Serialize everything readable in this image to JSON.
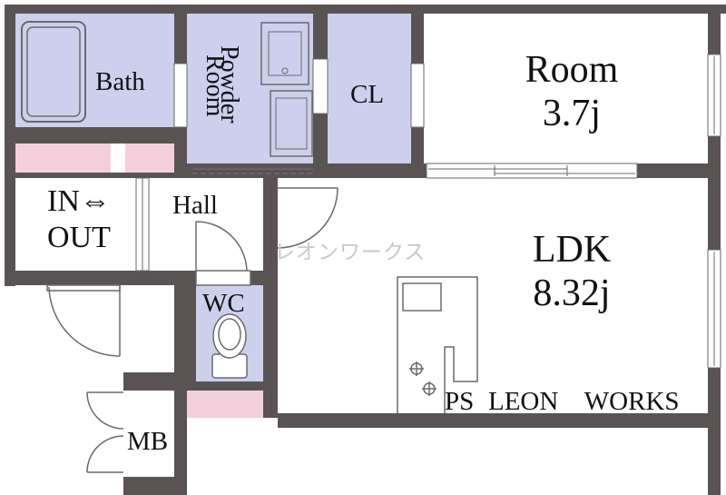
{
  "plan": {
    "rooms": {
      "bath": {
        "name": "Bath"
      },
      "powder": {
        "name_line1": "Powder",
        "name_line2": "Room"
      },
      "closet": {
        "name": "CL"
      },
      "room": {
        "name": "Room",
        "size": "3.7j"
      },
      "entrance": {
        "name_line1": "IN⇔",
        "name_line2": "OUT"
      },
      "hall": {
        "name": "Hall"
      },
      "wc": {
        "name": "WC"
      },
      "ldk": {
        "name": "LDK",
        "size": "8.32j"
      },
      "mb": {
        "name": "MB"
      },
      "ps": {
        "name": "PS"
      }
    },
    "company_label": "LEON    WORKS",
    "watermark": "レオンワークス",
    "colors": {
      "wall": "#595353",
      "wet_area": "#cdd0ec",
      "floor_mat": "#f3cfdb",
      "floor": "#ffffff",
      "line": "#6a6a6a"
    }
  }
}
